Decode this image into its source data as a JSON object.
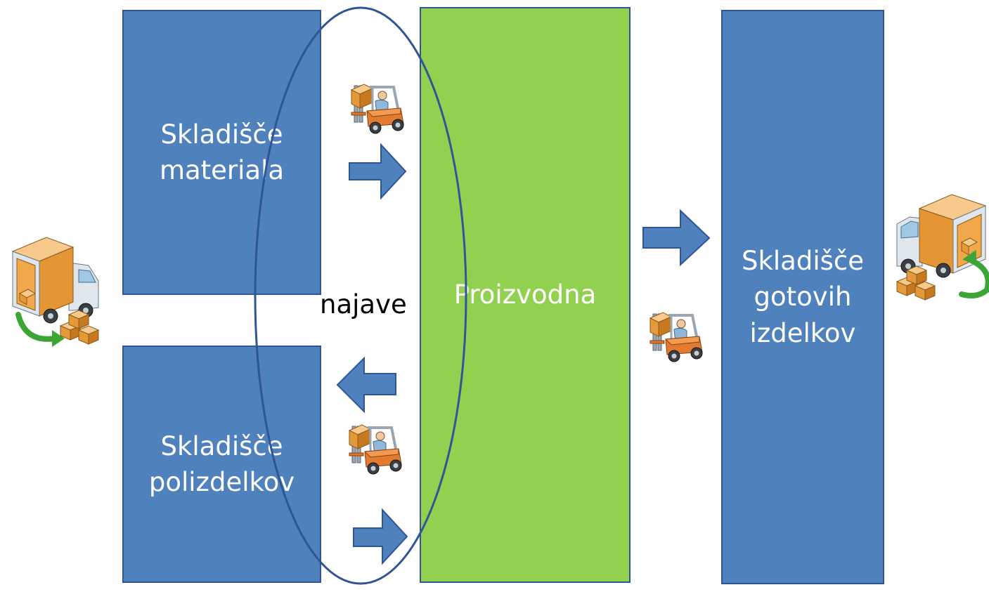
{
  "boxes": {
    "material_store": "Skladišče\nmateriala",
    "semi_store": "Skladišče\npolizdelkov",
    "production": "Proizvodna",
    "finished_store": "Skladišče\ngotovih\nizdelkov"
  },
  "oval_label": "najave",
  "colors": {
    "box_blue": "#4f81bd",
    "box_border": "#2f5597",
    "production_green": "#92d050",
    "oval_stroke": "#2f5597"
  },
  "icons": [
    "delivery-truck-icon",
    "forklift-icon",
    "forklift-icon",
    "forklift-icon",
    "shipping-truck-icon"
  ]
}
